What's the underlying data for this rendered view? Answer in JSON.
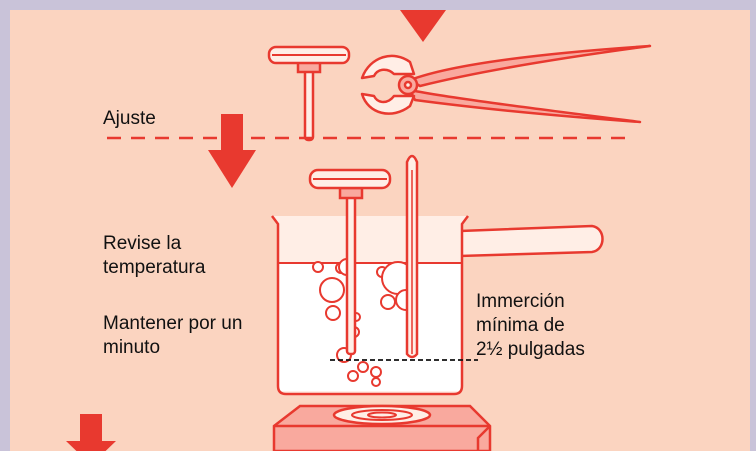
{
  "labels": {
    "adjust": "Ajuste",
    "check_temperature": "Revise la\ntemperatura",
    "hold": "Mantener por un\nminuto",
    "immersion": "Immerción\nmínima de\n2½ pulgadas"
  },
  "colors": {
    "background": "#fbd4c0",
    "border": "#c9c3d9",
    "accent_red": "#e8392f",
    "fill_pink": "#f9a99e",
    "fill_light": "#ffeee6",
    "water": "#ffffff"
  },
  "icons": [
    "down-arrow-icon",
    "thermometer-dial-icon",
    "pliers-icon",
    "beaker-icon",
    "glass-thermometer-icon",
    "hot-plate-icon"
  ]
}
